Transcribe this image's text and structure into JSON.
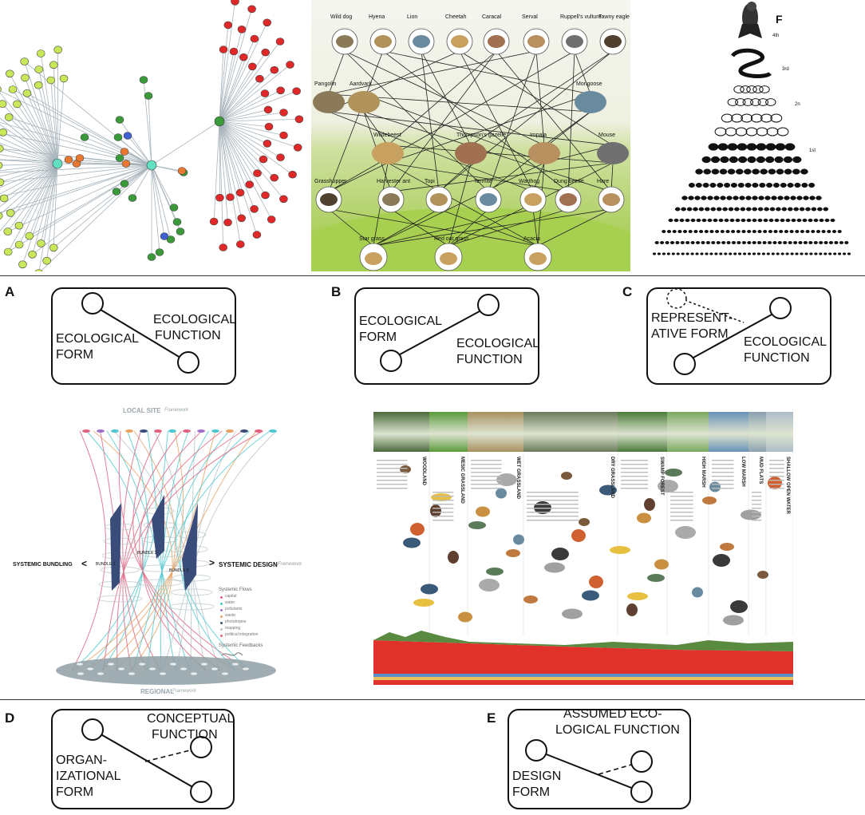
{
  "foodweb": {
    "top_row": [
      "Wild dog",
      "Hyena",
      "Lion",
      "Cheetah",
      "Caracal",
      "Serval",
      "Ruppell's vulture",
      "Tawny eagle"
    ],
    "mid_row": [
      "Pangolin",
      "Aardvark",
      "Mongoose"
    ],
    "herbivores": [
      "Wildebeest",
      "Thompson's gazelle",
      "Impala",
      "Mouse"
    ],
    "low_row": [
      "Grasshopper",
      "Harvester ant",
      "Topi",
      "Termite",
      "Warthog",
      "Dung beetle",
      "Hare"
    ],
    "producers": [
      "Star grass",
      "Red oat grass",
      "Acacia"
    ]
  },
  "pyramid": {
    "levels": [
      "F",
      "4th",
      "3rd",
      "2n",
      "1st"
    ]
  },
  "panels": {
    "A": {
      "letter": "A",
      "label_1": "ECOLOGICAL",
      "label_2": "FORM",
      "label_3": "ECOLOGICAL",
      "label_4": "FUNCTION"
    },
    "B": {
      "letter": "B",
      "label_1": "ECOLOGICAL",
      "label_2": "FORM",
      "label_3": "ECOLOGICAL",
      "label_4": "FUNCTION"
    },
    "C": {
      "letter": "C",
      "label_1": "REPRESENT-",
      "label_2": "ATIVE FORM",
      "label_3": "ECOLOGICAL",
      "label_4": "FUNCTION"
    },
    "D": {
      "letter": "D",
      "label_1": "CONCEPTUAL",
      "label_2": "FUNCTION",
      "label_3": "ORGAN-",
      "label_4": "IZATIONAL",
      "label_5": "FORM"
    },
    "E": {
      "letter": "E",
      "label_1": "ASSUMED ECO-",
      "label_2": "LOGICAL FUNCTION",
      "label_3": "DESIGN",
      "label_4": "FORM"
    }
  },
  "systemic": {
    "top": "LOCAL SITE",
    "top_suffix": "Framework",
    "bottom": "REGIONAL",
    "bottom_suffix": "Framework",
    "left": "SYSTEMIC BUNDLING",
    "left_arrow": "<",
    "right": "SYSTEMIC DESIGN",
    "right_arrow": ">",
    "right_suffix": "Framework",
    "bundles": [
      "BUNDLE 1",
      "BUNDLE 2",
      "BUNDLE 3"
    ],
    "flows_title": "Systemic Flows",
    "flows": [
      "capital",
      "water",
      "pollutants",
      "waste",
      "phototropes",
      "mapping",
      "political integration"
    ],
    "feedback_title": "Systemic Feedbacks",
    "colors": {
      "pink": "#e0607e",
      "cyan": "#4cc8d0",
      "orange": "#e8a060",
      "purple": "#a070c8",
      "navy": "#3a4c7a",
      "grey": "#b8c4c8"
    }
  },
  "habitat": {
    "zones": [
      "WOODLAND",
      "MESIC GRASSLAND",
      "WET GRASSLAND",
      "DRY GRASSLAND",
      "SWAMP FOREST",
      "HIGH MARSH",
      "LOW MARSH",
      "MUD FLATS",
      "SHALLOW OPEN WATER"
    ],
    "colors": {
      "soil": "#e0322a",
      "water": "#5a8ec8"
    }
  },
  "network": {
    "colors": {
      "lime": "#c8e85a",
      "green": "#3a9a3a",
      "red": "#e02828",
      "orange": "#e87830",
      "blue": "#4060d0",
      "teal": "#60e0c0",
      "edge": "#a8b4bc"
    }
  }
}
